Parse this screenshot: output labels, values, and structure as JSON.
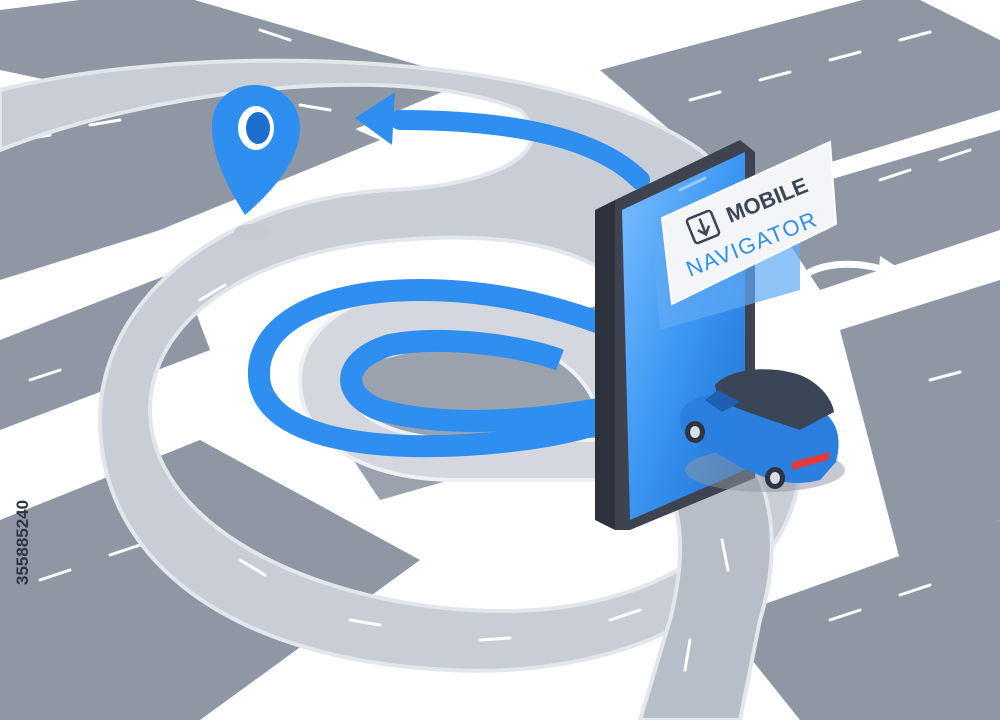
{
  "banner": {
    "title": "MOBILE",
    "subtitle": "NAVIGATOR",
    "icon": "download-icon"
  },
  "stock_id": "355885240",
  "colors": {
    "road": "#8f97a5",
    "road_light": "#c9ced6",
    "road_curve": "#a7adb8",
    "lane_marking": "#ffffff",
    "route_arrow": "#2f8ff0",
    "route_arrow_dark": "#1c6fcf",
    "phone_body": "#3f4350",
    "phone_screen": "#3a96f2",
    "car_body": "#2a7fdf",
    "car_roof": "#3b4558",
    "background": "#ffffff"
  },
  "icons": [
    "map-pin-icon",
    "route-arrow-icon",
    "turn-right-arrow-icon",
    "download-icon",
    "car-icon",
    "smartphone-icon"
  ]
}
